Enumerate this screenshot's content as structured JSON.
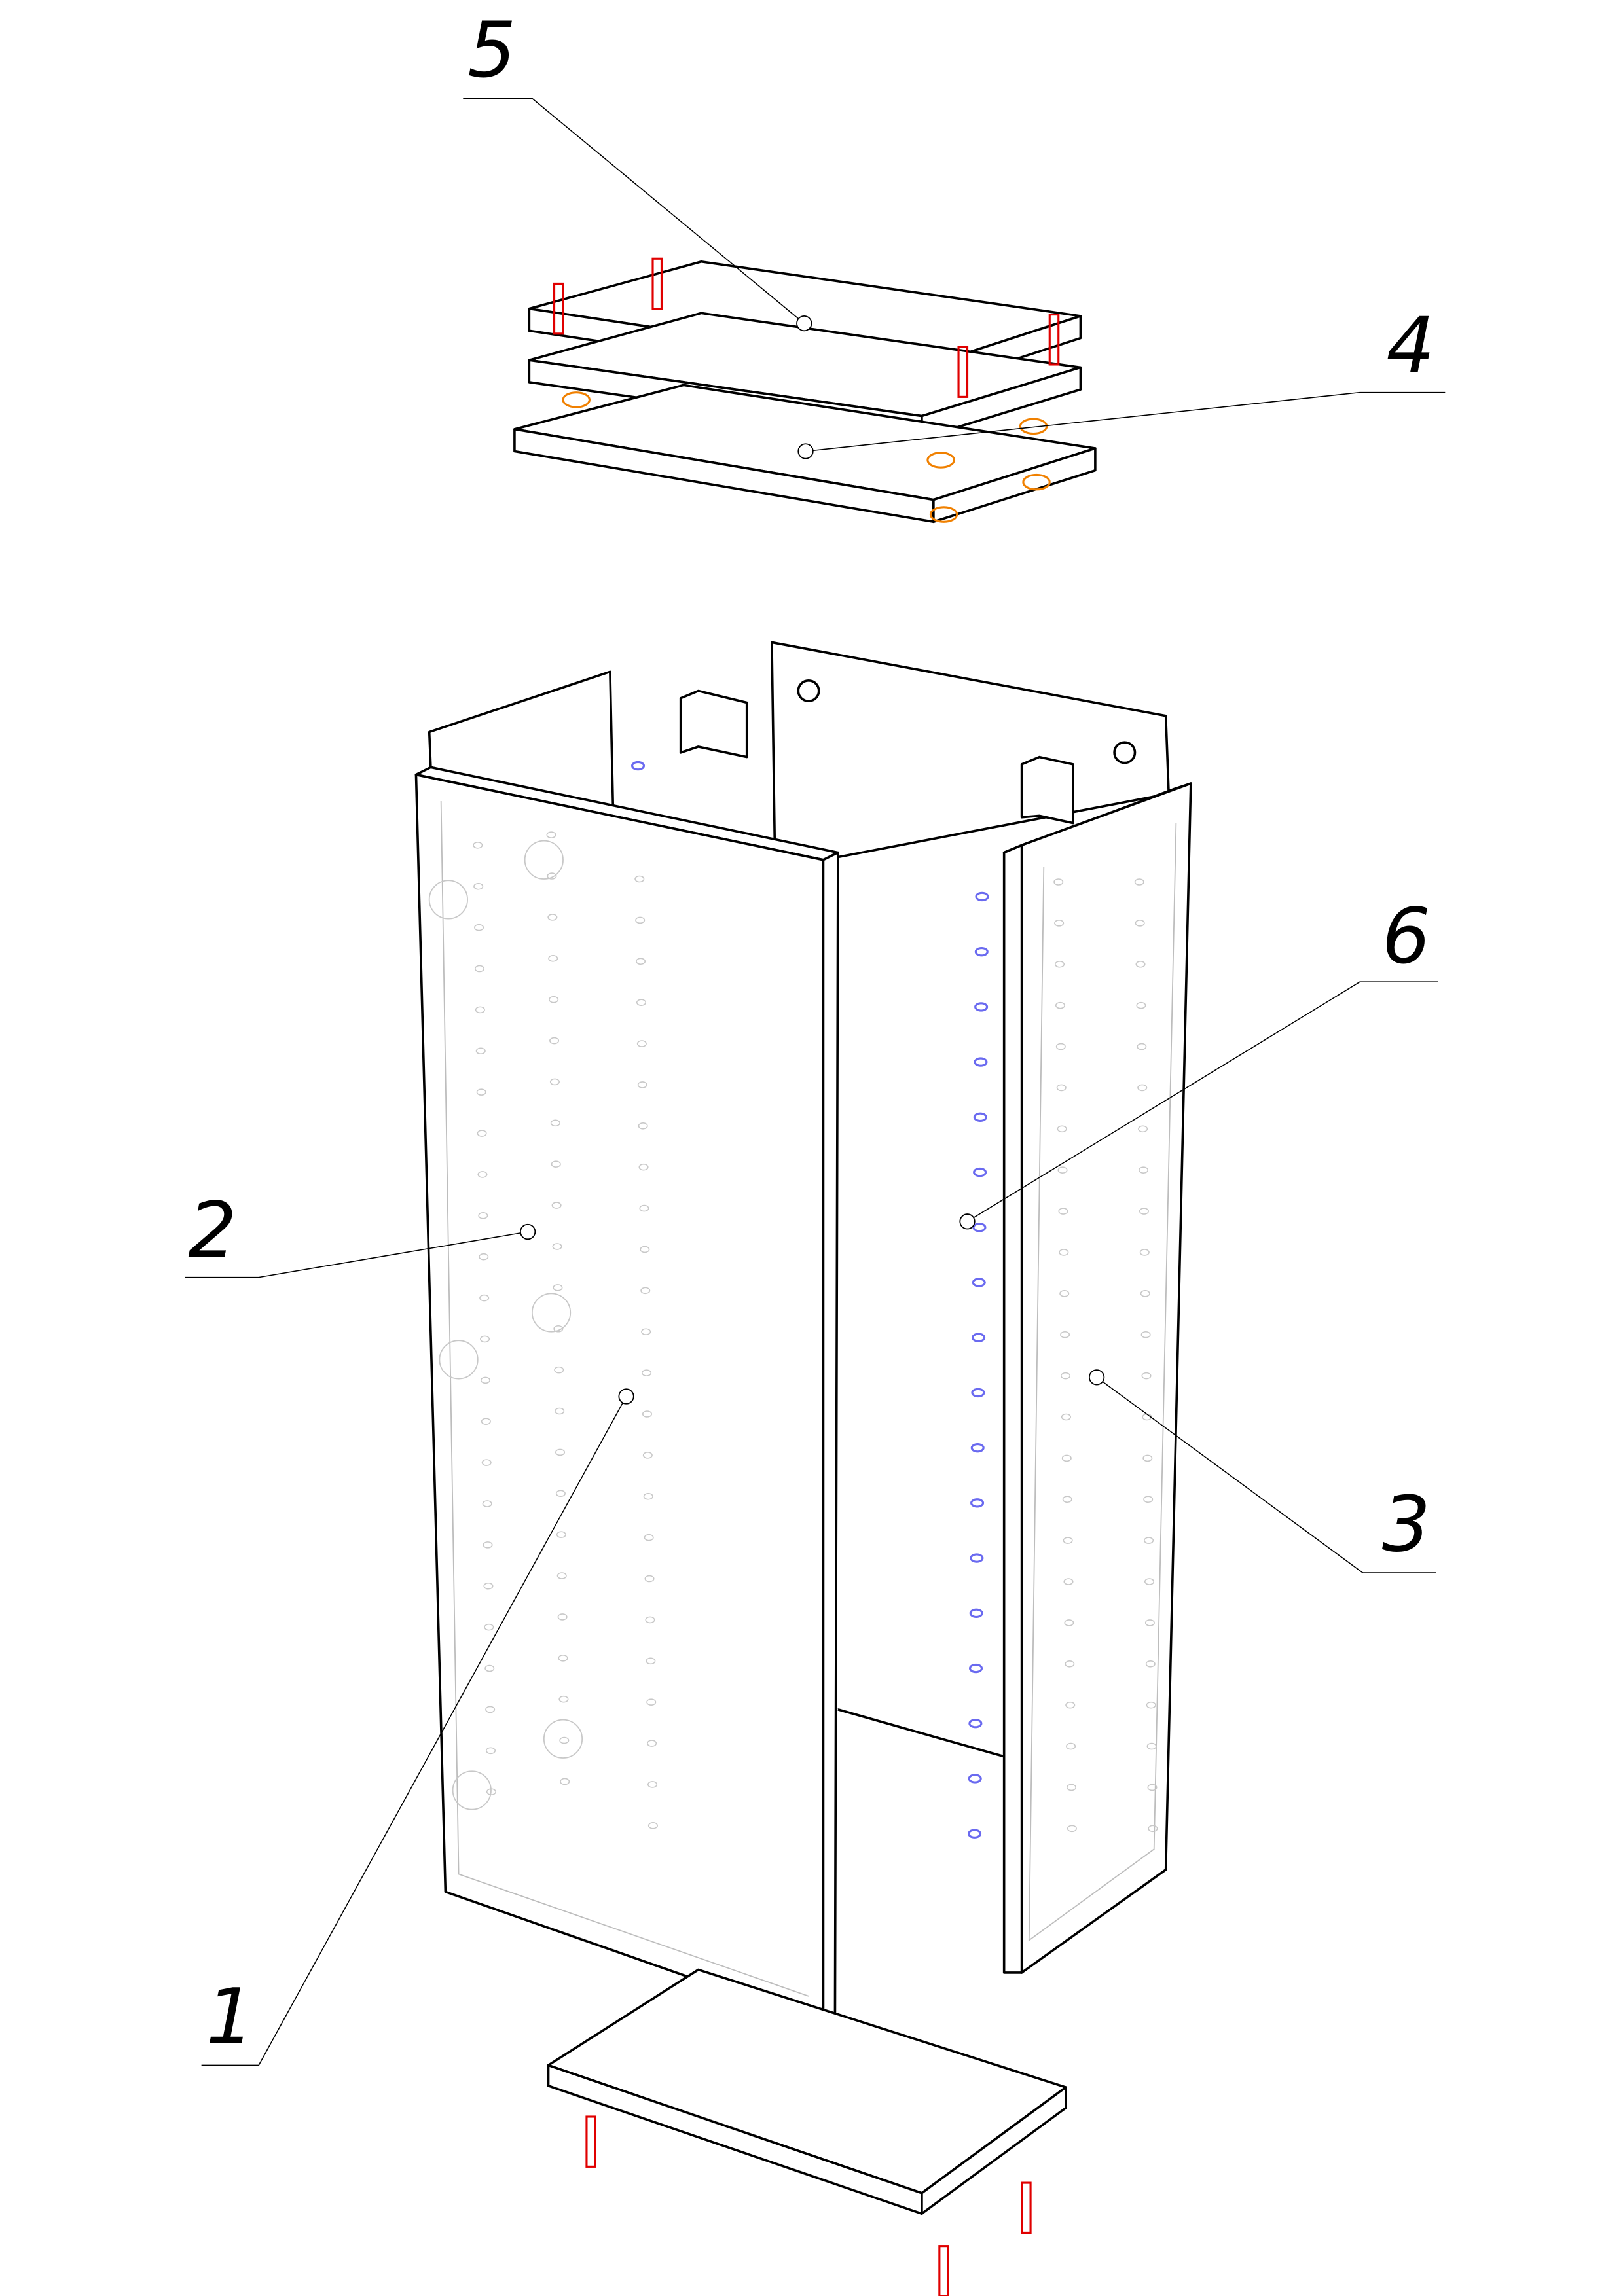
{
  "diagram": {
    "type": "exploded-assembly",
    "part_labels": {
      "part_1": "1",
      "part_2": "2",
      "part_3": "3",
      "part_4": "4",
      "part_5": "5",
      "part_6": "6"
    },
    "colors": {
      "outline": "#000000",
      "hidden_lines": "#bdbdbd",
      "screws": "#e00000",
      "cam_locks": "#f08000",
      "shelf_pins": "#6a6af0"
    }
  }
}
